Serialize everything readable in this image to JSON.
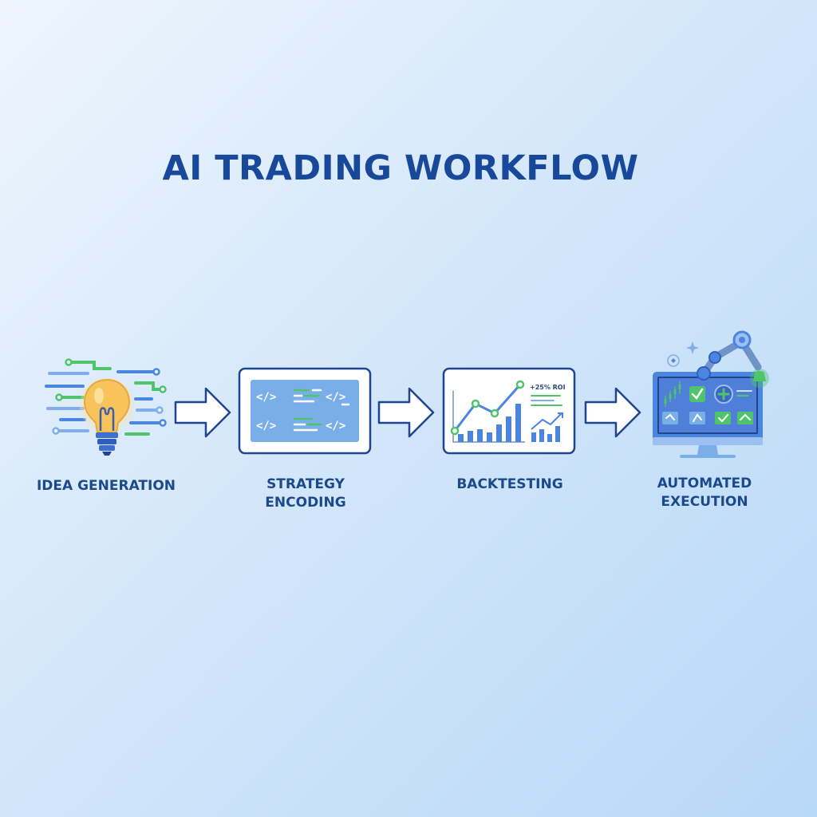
{
  "title": "AI TRADING WORKFLOW",
  "steps": [
    {
      "label": "IDEA GENERATION",
      "icon": "lightbulb-icon"
    },
    {
      "label": "STRATEGY\nENCODING",
      "icon": "code-window-icon"
    },
    {
      "label": "BACKTESTING",
      "icon": "chart-window-icon"
    },
    {
      "label": "AUTOMATED\nEXECUTION",
      "icon": "monitor-robot-arm-icon"
    }
  ],
  "connector_icon": "right-arrow-icon",
  "backtest_annotation": "+25% ROI",
  "colors": {
    "title": "#17489a",
    "label": "#1b4a8c",
    "accent_blue": "#4a86e0",
    "accent_green": "#4fc46a",
    "bulb_yellow": "#f7c35a"
  }
}
